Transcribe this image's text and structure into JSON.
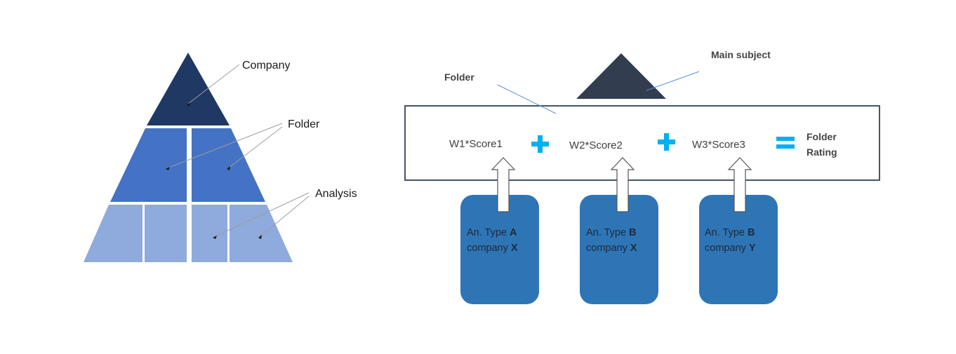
{
  "colors": {
    "tier_top": "#203864",
    "tier_mid": "#4472c4",
    "tier_bottom": "#8faadc",
    "main_triangle": "#323e4f",
    "frame_border": "#44546a",
    "plus_equals": "#00b0f0",
    "analysis_box": "#2e75b6",
    "leader_gray": "#9e9e9e",
    "leader_blue": "#5b8fd6"
  },
  "left_pyramid": {
    "labels": {
      "company": "Company",
      "folder": "Folder",
      "analysis": "Analysis"
    }
  },
  "right_diagram": {
    "main_subject_label": "Main subject",
    "folder_label": "Folder",
    "formula_terms": [
      "W1*Score1",
      "W2*Score2",
      "W3*Score3"
    ],
    "result_label_line1": "Folder",
    "result_label_line2": "Rating",
    "analysis_boxes": [
      {
        "line1_prefix": "An. Type ",
        "line1_bold": "A",
        "line2_prefix": "company ",
        "line2_bold": "X"
      },
      {
        "line1_prefix": "An. Type ",
        "line1_bold": "B",
        "line2_prefix": "company ",
        "line2_bold": "X"
      },
      {
        "line1_prefix": "An. Type ",
        "line1_bold": "B",
        "line2_prefix": "company ",
        "line2_bold": "Y"
      }
    ]
  }
}
